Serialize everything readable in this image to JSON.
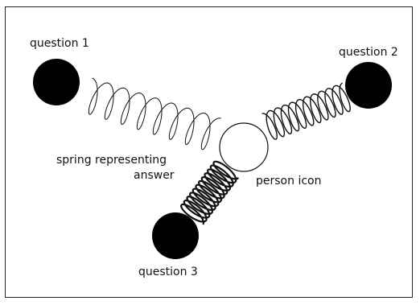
{
  "diagram": {
    "labels": {
      "question_1": "question 1",
      "question_2": "question 2",
      "question_3": "question 3",
      "person": "person icon",
      "spring_line1": "spring representing",
      "spring_line2": "answer"
    },
    "colors": {
      "question_node": "#000000",
      "person_node": "#ffffff",
      "stroke": "#111111"
    }
  }
}
